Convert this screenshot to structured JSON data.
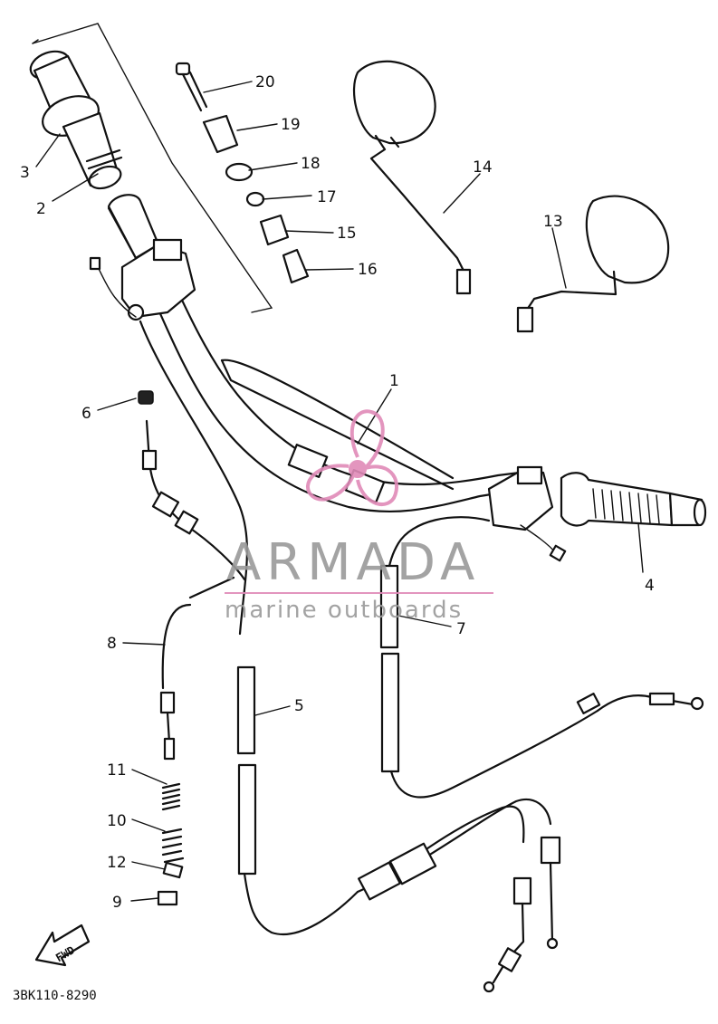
{
  "diagram": {
    "part_labels": [
      "1",
      "2",
      "3",
      "4",
      "5",
      "6",
      "7",
      "8",
      "9",
      "10",
      "11",
      "12",
      "13",
      "14",
      "15",
      "16",
      "17",
      "18",
      "19",
      "20"
    ],
    "arrow_label": "FWD",
    "drawing_code": "3BK110-8290"
  },
  "watermark": {
    "brand": "ARMADA",
    "tagline": "marine outboards",
    "accent_color": "#e08ab8",
    "text_color": "#9a9a9a"
  }
}
